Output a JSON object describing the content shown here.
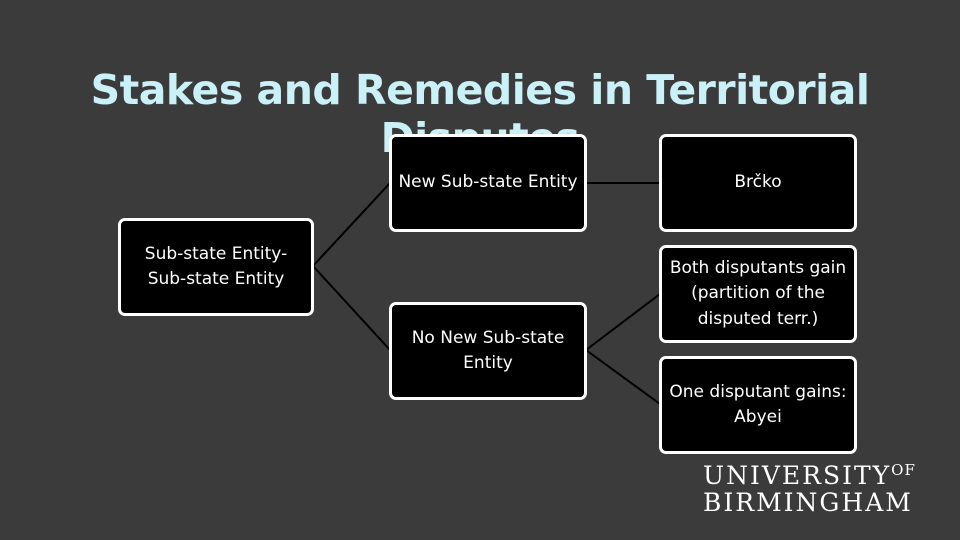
{
  "title": "Stakes and Remedies in Territorial Disputes",
  "diagram": {
    "root": "Sub-state Entity- Sub-state Entity",
    "branch_new": "New Sub-state Entity",
    "branch_no_new": "No New Sub-state Entity",
    "leaf_brcko": "Brčko",
    "leaf_both": "Both disputants gain (partition of the disputed terr.)",
    "leaf_one": "One disputant gains: Abyei"
  },
  "logo": {
    "line1": "UNIVERSITY",
    "of": "OF",
    "line2": "BIRMINGHAM"
  },
  "colors": {
    "background": "#3b3b3b",
    "title": "#c9f1f7",
    "node_fill": "#000000",
    "node_border": "#ffffff"
  }
}
